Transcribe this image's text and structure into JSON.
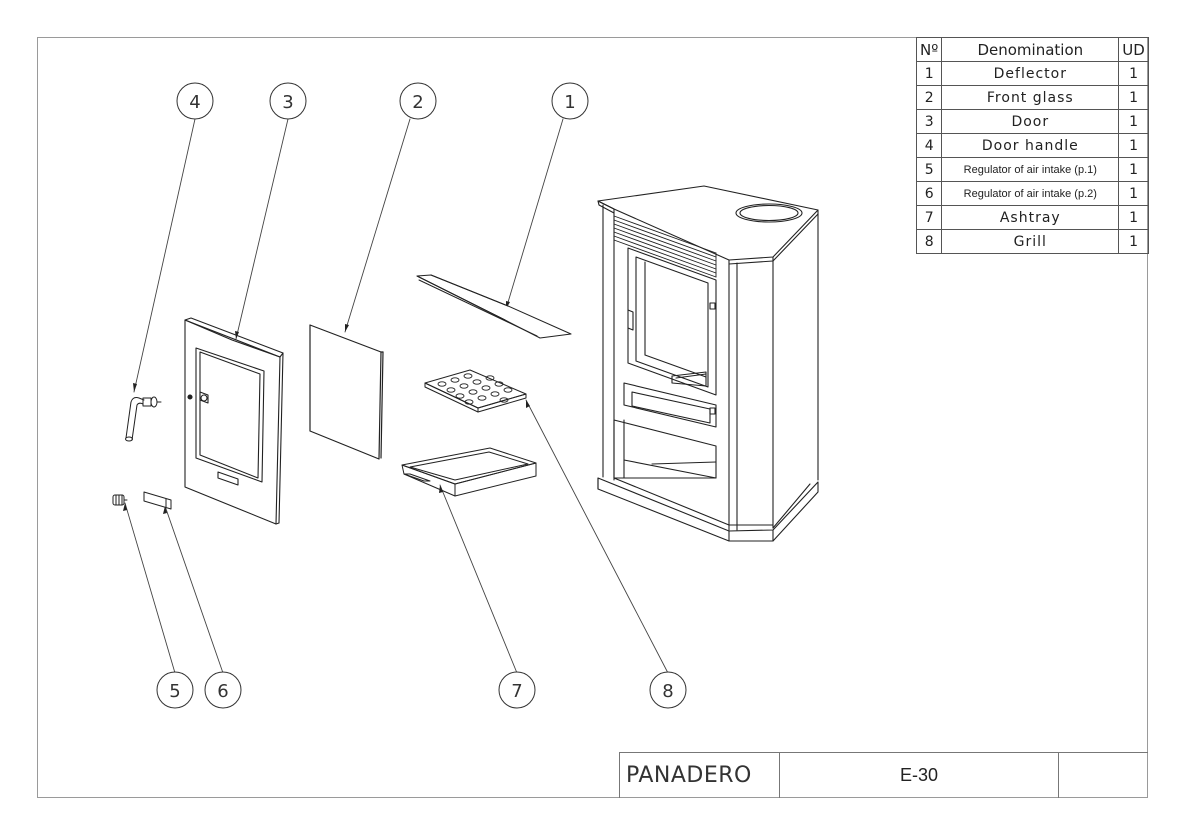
{
  "bom": {
    "headers": {
      "no": "Nº",
      "name": "Denomination",
      "ud": "UD"
    },
    "rows": [
      {
        "no": "1",
        "name": "Deflector",
        "ud": "1"
      },
      {
        "no": "2",
        "name": "Front glass",
        "ud": "1"
      },
      {
        "no": "3",
        "name": "Door",
        "ud": "1"
      },
      {
        "no": "4",
        "name": "Door handle",
        "ud": "1"
      },
      {
        "no": "5",
        "name": "Regulator of air intake (p.1)",
        "ud": "1"
      },
      {
        "no": "6",
        "name": "Regulator of air intake (p.2)",
        "ud": "1"
      },
      {
        "no": "7",
        "name": "Ashtray",
        "ud": "1"
      },
      {
        "no": "8",
        "name": "Grill",
        "ud": "1"
      }
    ]
  },
  "callouts": [
    "1",
    "2",
    "3",
    "4",
    "5",
    "6",
    "7",
    "8"
  ],
  "title_block": {
    "model": "PANADERO",
    "code": "E-30",
    "extra": ""
  },
  "colors": {
    "line": "#222222",
    "frame": "#9a9a9a"
  }
}
